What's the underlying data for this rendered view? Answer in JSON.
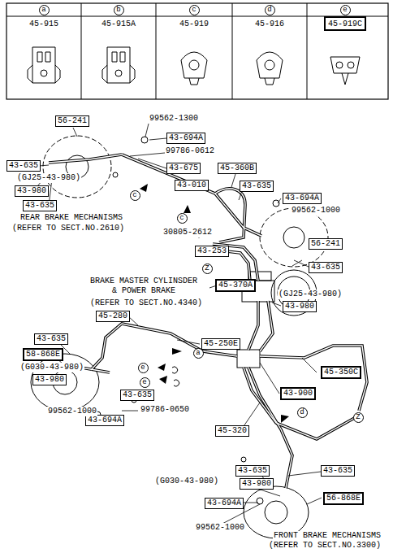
{
  "diagram": {
    "nodes": [
      {
        "text": [
          "a"
        ]
      },
      {
        "text": [
          "b"
        ]
      },
      {
        "text": [
          "c"
        ]
      },
      {
        "text": [
          "d"
        ]
      },
      {
        "text": [
          "e"
        ]
      },
      {
        "text": [
          "56-241"
        ]
      },
      {
        "text": [
          "43-694A"
        ]
      },
      {
        "text": [
          "43-635"
        ]
      },
      {
        "text": [
          "43-675"
        ]
      },
      {
        "text": [
          "45-360B"
        ]
      },
      {
        "text": [
          "43-010"
        ]
      },
      {
        "text": [
          "43-635"
        ]
      },
      {
        "text": [
          "43-980"
        ]
      },
      {
        "text": [
          "c"
        ]
      },
      {
        "text": [
          "43-694A"
        ]
      },
      {
        "text": [
          "43-635"
        ]
      },
      {
        "text": [
          "c"
        ]
      },
      {
        "text": [
          "56-241"
        ]
      },
      {
        "text": [
          "43-253"
        ]
      },
      {
        "text": [
          "43-635"
        ]
      },
      {
        "text": [
          "Z"
        ]
      },
      {
        "text": [
          "45-370A"
        ]
      },
      {
        "text": [
          "43-980"
        ]
      },
      {
        "text": [
          "45-280"
        ]
      },
      {
        "text": [
          "43-635"
        ]
      },
      {
        "text": [
          "45-250E"
        ]
      },
      {
        "text": [
          "58-868E"
        ]
      },
      {
        "text": [
          "a"
        ]
      },
      {
        "text": [
          "45-350C"
        ]
      },
      {
        "text": [
          "e"
        ]
      },
      {
        "text": [
          "43-980"
        ]
      },
      {
        "text": [
          "43-635"
        ]
      },
      {
        "text": [
          "e"
        ]
      },
      {
        "text": [
          "43-900"
        ]
      },
      {
        "text": [
          "43-694A"
        ]
      },
      {
        "text": [
          "d"
        ]
      },
      {
        "text": [
          "Z"
        ]
      },
      {
        "text": [
          "45-320"
        ]
      },
      {
        "text": [
          "43-635"
        ]
      },
      {
        "text": [
          "43-635"
        ]
      },
      {
        "text": [
          "43-980"
        ]
      },
      {
        "text": [
          "43-694A"
        ]
      },
      {
        "text": [
          "56-868E"
        ]
      }
    ],
    "labels": [
      "45-915",
      "45-915A",
      "45-919",
      "45-916",
      "45-919C",
      "99562-1300",
      "99786-0612",
      "(GJ25-43-980)",
      "REAR BRAKE MECHANISMS",
      "(REFER TO SECT.NO.2610)",
      "99562-1000",
      "30805-2612",
      "BRAKE MASTER CYLINSDER & POWER BRAKE",
      "(REFER TO SECT.NO.4340)",
      "(GJ25-43-980)",
      "(G030-43-980)",
      "99562-1000",
      "99786-0650",
      "(G030-43-980)",
      "99562-1000",
      "FRONT BRAKE MECHANISMS",
      "(REFER TO SECT.NO.3300)"
    ]
  }
}
